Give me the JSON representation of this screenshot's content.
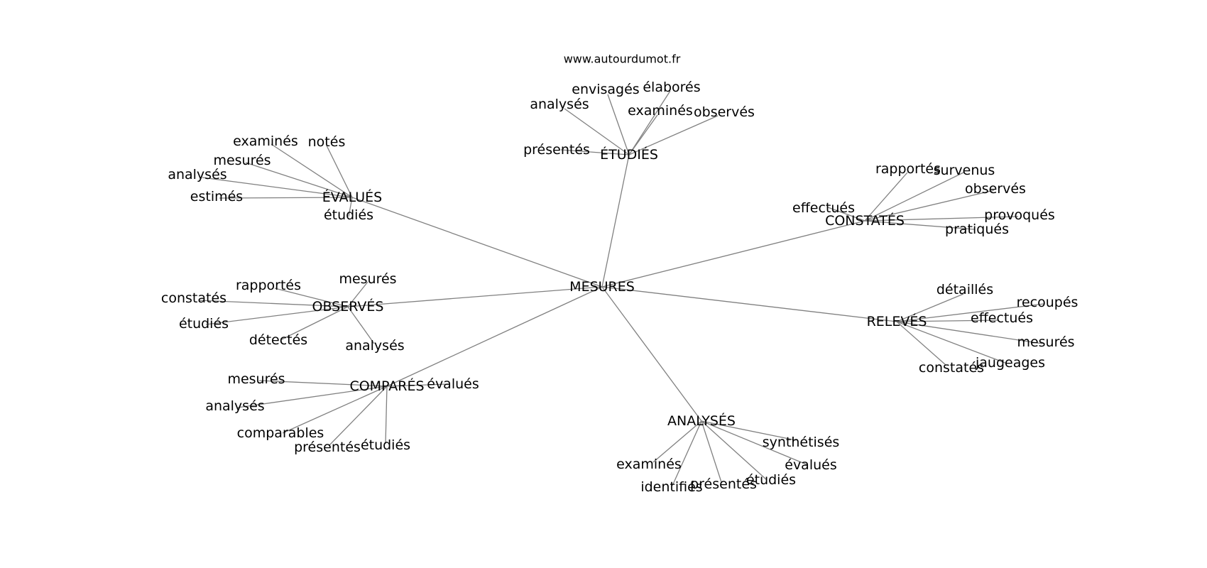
{
  "credit": "www.autourdumot.fr",
  "colors": {
    "edge": "#808080",
    "text": "#000000",
    "background": "#ffffff"
  },
  "graph": {
    "center": "MESURES",
    "clusters": [
      {
        "id": "etudies",
        "label": "ÉTUDIÉS",
        "leaves": [
          "envisagés",
          "élaborés",
          "analysés",
          "examinés",
          "observés",
          "présentés"
        ]
      },
      {
        "id": "evalues",
        "label": "ÉVALUÉS",
        "leaves": [
          "examinés",
          "notés",
          "mesurés",
          "analysés",
          "estimés",
          "étudiés"
        ]
      },
      {
        "id": "constates",
        "label": "CONSTATÉS",
        "leaves": [
          "rapportés",
          "survenus",
          "observés",
          "effectués",
          "provoqués",
          "pratiqués"
        ]
      },
      {
        "id": "observes",
        "label": "OBSERVÉS",
        "leaves": [
          "rapportés",
          "mesurés",
          "constatés",
          "étudiés",
          "détectés",
          "analysés"
        ]
      },
      {
        "id": "releves",
        "label": "RELEVÉS",
        "leaves": [
          "détaillés",
          "recoupés",
          "effectués",
          "mesurés",
          "jaugeages",
          "constatés"
        ]
      },
      {
        "id": "compares",
        "label": "COMPARÉS",
        "leaves": [
          "mesurés",
          "évalués",
          "analysés",
          "comparables",
          "présentés",
          "étudiés"
        ]
      },
      {
        "id": "analyses",
        "label": "ANALYSÉS",
        "leaves": [
          "synthétisés",
          "évalués",
          "examinés",
          "étudiés",
          "identifiés",
          "présentés"
        ]
      }
    ]
  }
}
